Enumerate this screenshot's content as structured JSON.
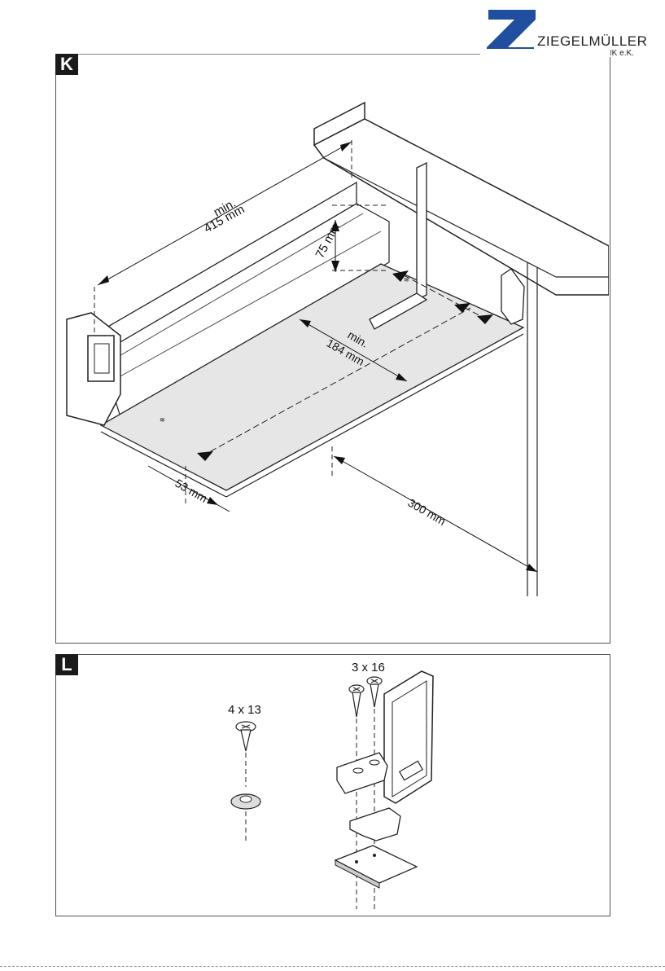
{
  "brand": {
    "name_line1": "ZIEGELMÜLLER",
    "name_line2": "BESCHLAGTECHNIK e.K.",
    "logo_letter": "Z",
    "color": "#1f4f9e"
  },
  "steps": [
    {
      "label": "K",
      "dimensions": {
        "min_length_1": "min.",
        "min_length_2": "415 mm",
        "height": "75 mm",
        "min_width_1": "min.",
        "min_width_2": "184 mm",
        "front_offset": "53 mm",
        "side_offset": "300 mm"
      }
    },
    {
      "label": "L",
      "screws": {
        "left": "4 x 13",
        "right": "3 x 16"
      }
    }
  ]
}
